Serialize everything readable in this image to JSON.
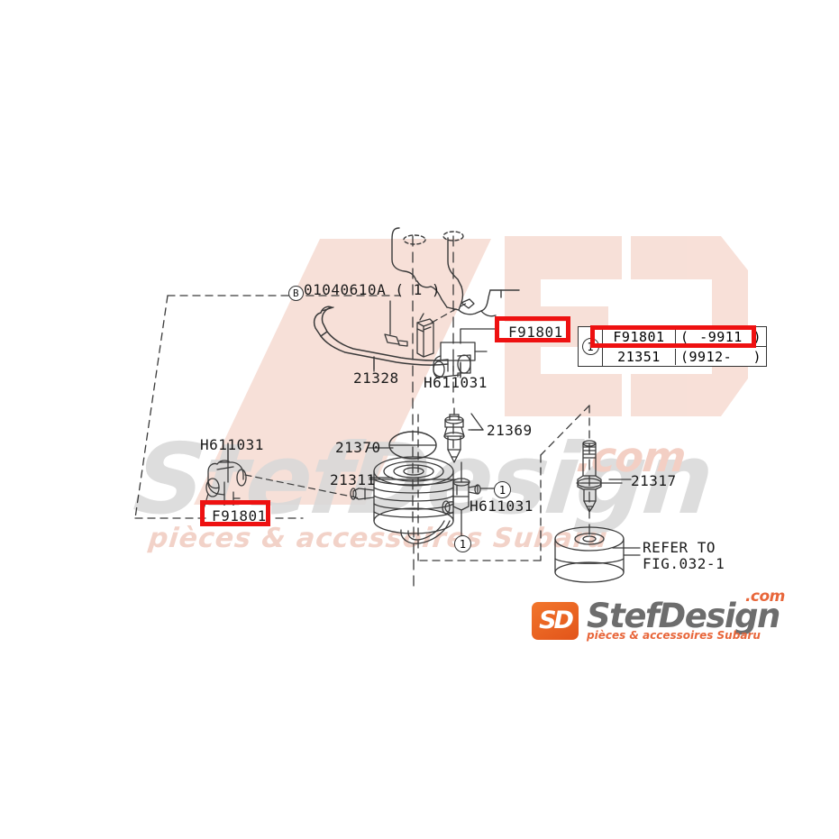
{
  "diagram": {
    "title": "Subaru oil cooler / oil filter assembly parts diagram",
    "figure_reference": "REFER TO",
    "figure_reference_2": "FIG.032-1"
  },
  "labels": {
    "bolt_top": "01040610A ( 1   )",
    "bolt_top_mark": "B",
    "hose_21328": "21328",
    "union_h611031_top": "H611031",
    "union_h611031_left": "H611031",
    "union_h611031_mid": "H611031",
    "sensor_21369": "21369",
    "oring_21370": "21370",
    "cooler_21311": "21311",
    "bolt_21317": "21317",
    "elbow_top_f91801": "F91801",
    "elbow_left_f91801": "F91801"
  },
  "reference_table": {
    "mark": "1",
    "rows": [
      {
        "part": "F91801",
        "range_open": "(",
        "range_value": "-9911",
        "range_close": ")"
      },
      {
        "part": "21351",
        "range_open": "(9912-",
        "range_value": "",
        "range_close": ")"
      }
    ]
  },
  "callout_markers": [
    {
      "id": "marker-a",
      "text": "1"
    },
    {
      "id": "marker-b",
      "text": "1"
    }
  ],
  "highlights": [
    {
      "name": "highlight-f91801-top",
      "color": "#ee1111"
    },
    {
      "name": "highlight-f91801-left",
      "color": "#ee1111"
    },
    {
      "name": "highlight-table-row",
      "color": "#ee1111"
    }
  ],
  "watermark": {
    "brand": "StefDesign",
    "tld": ".com",
    "tagline": "pièces & accessoires Subaru",
    "badge": "SD"
  },
  "colors": {
    "highlight_red": "#ee1111",
    "line": "#3a3a3a",
    "watermark_gray": "#d8d8d8",
    "watermark_orange": "#f2d2c8",
    "logo_orange": "#e8663a"
  }
}
